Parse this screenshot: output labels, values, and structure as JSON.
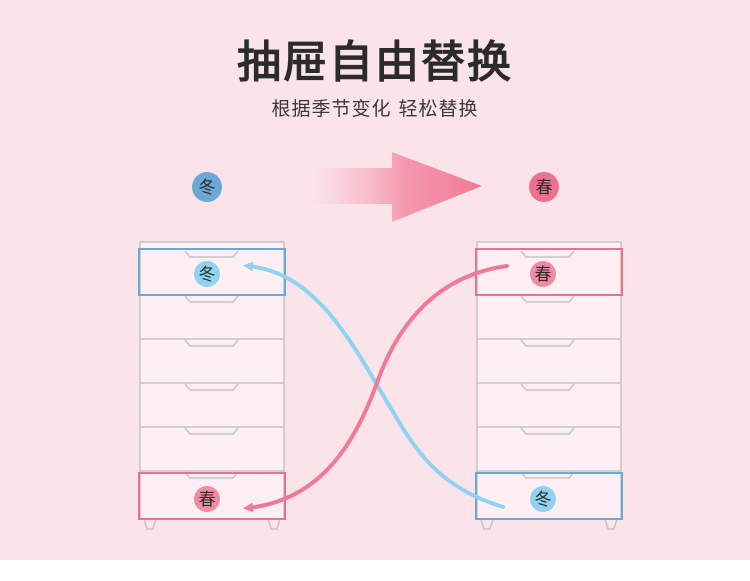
{
  "header": {
    "title": "抽屉自由替换",
    "subtitle": "根据季节变化 轻松替换"
  },
  "seasons": {
    "winter": "冬",
    "spring": "春"
  },
  "colors": {
    "background": "#fbe3ea",
    "winter_blue": "#6aa8d6",
    "winter_light": "#8fd3f1",
    "spring_pink": "#ee6f8e",
    "spring_light": "#f28ba2",
    "outline": "#c5c5c5"
  },
  "cabinets": [
    {
      "name": "before",
      "drawer_count": 6,
      "top_label": "冬",
      "bottom_label": "春"
    },
    {
      "name": "after",
      "drawer_count": 6,
      "top_label": "春",
      "bottom_label": "冬"
    }
  ]
}
